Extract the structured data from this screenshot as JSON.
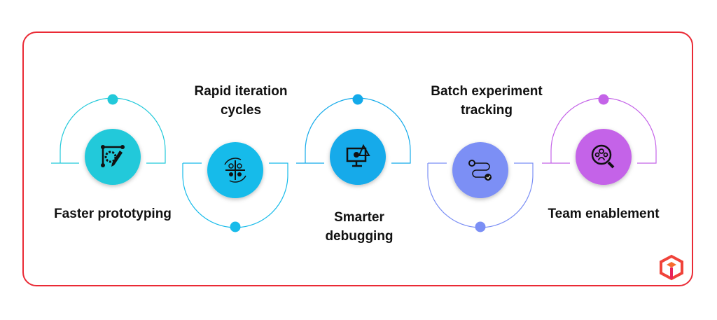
{
  "items": [
    {
      "label": "Faster prototyping",
      "icon": "prototype-gear-pencil-icon",
      "color": "#22c9da"
    },
    {
      "label": "Rapid iteration cycles",
      "icon": "iteration-cycle-icon",
      "color": "#17bbea"
    },
    {
      "label": "Smarter debugging",
      "icon": "debug-monitor-icon",
      "color": "#13aaea"
    },
    {
      "label": "Batch experiment tracking",
      "icon": "tracking-path-icon",
      "color": "#7b8ff5"
    },
    {
      "label": "Team enablement",
      "icon": "team-search-icon",
      "color": "#c463e8"
    }
  ],
  "frame_color": "#ea2a35",
  "logo": "brand-cube-logo"
}
